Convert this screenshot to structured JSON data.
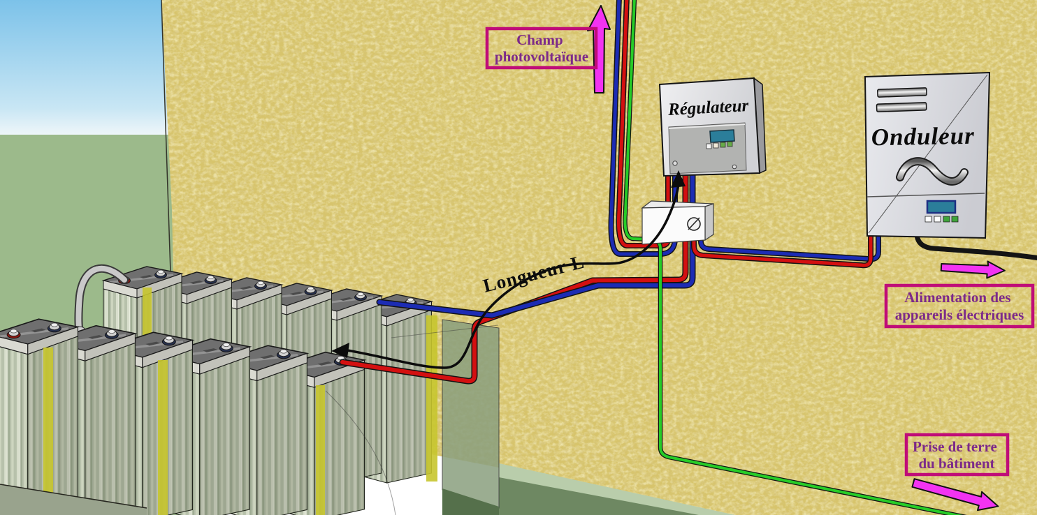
{
  "labels": {
    "champ_photovoltaique": {
      "line1": "Champ",
      "line2": "photovoltaïque"
    },
    "alimentation": {
      "line1": "Alimentation des",
      "line2": "appareils électriques"
    },
    "prise_terre": {
      "line1": "Prise de terre",
      "line2": "du bâtiment"
    },
    "longueur": "Longueur L"
  },
  "components": {
    "regulateur": {
      "label": "Régulateur"
    },
    "onduleur": {
      "label": "Onduleur"
    },
    "batteries": {
      "back_row_count": 6,
      "front_row_count": 6
    },
    "junction_box": {
      "symbol": "switch-circle"
    }
  },
  "wires": [
    {
      "name": "solar-positive",
      "color": "red"
    },
    {
      "name": "solar-negative",
      "color": "blue"
    },
    {
      "name": "earth-ground",
      "color": "green"
    },
    {
      "name": "battery-positive",
      "color": "red"
    },
    {
      "name": "battery-negative",
      "color": "blue"
    },
    {
      "name": "inverter-dc-pair",
      "color": "red-blue"
    },
    {
      "name": "ac-output",
      "color": "black"
    }
  ],
  "colors": {
    "wire_red": "#d41010",
    "wire_blue": "#1c2cb4",
    "wire_green": "#27cc27",
    "wire_black": "#141414",
    "arrow_magenta": "#f233f2",
    "label_border": "#bf0d78",
    "label_text": "#7c2a8a",
    "wall": "#d7c46c",
    "grass": "#9cba8b",
    "floor": "#b9cdab",
    "display_teal": "#2b7e9a"
  }
}
